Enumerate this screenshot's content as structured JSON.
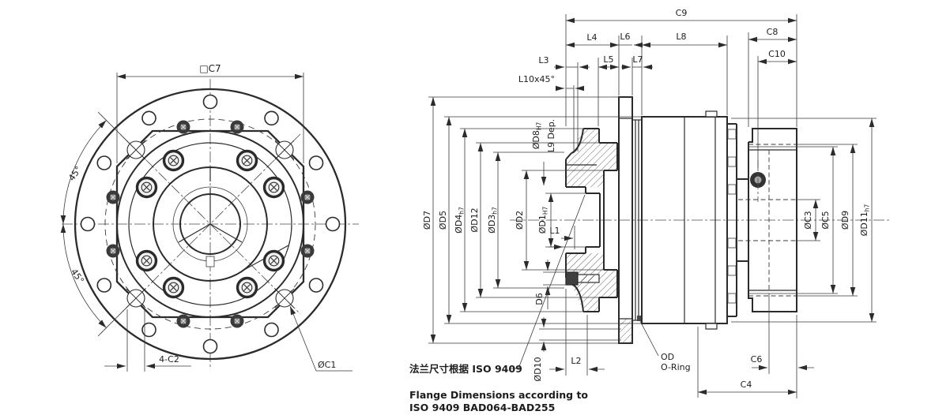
{
  "meta": {
    "background": "#ffffff",
    "line_color": "#2b2b2b",
    "text_color": "#1d1d1d"
  },
  "front_view": {
    "square_dim": "□C7",
    "angle_upper": "45°",
    "angle_lower": "45°",
    "corner_holes_dim": "4-C2",
    "outer_hole_dim": "ØC1"
  },
  "section_view": {
    "top_dims": {
      "c9": "C9",
      "l4": "L4",
      "l6": "L6",
      "l8": "L8",
      "c8": "C8",
      "l3": "L3",
      "l5": "L5",
      "l7": "L7",
      "c10": "C10",
      "l10": "L10x45°"
    },
    "left_dims": {
      "d7": {
        "main": "ØD7",
        "sub": ""
      },
      "d5": {
        "main": "ØD5",
        "sub": ""
      },
      "d4": {
        "main": "ØD4",
        "sub": "h7"
      },
      "d12": {
        "main": "ØD12",
        "sub": ""
      },
      "d3": {
        "main": "ØD3",
        "sub": "h7"
      },
      "d2": {
        "main": "ØD2",
        "sub": ""
      },
      "d1": {
        "main": "ØD1",
        "sub": "H7"
      },
      "d8": {
        "main": "ØD8",
        "sub": "H7"
      },
      "l9": "L9 Dep.",
      "l1": "L1",
      "d6": "D6",
      "d10": "ØD10",
      "l2": "L2"
    },
    "right_dims": {
      "c3": "ØC3",
      "c5": "ØC5",
      "d9": "ØD9",
      "d11": {
        "main": "ØD11",
        "sub": "h7"
      },
      "c6": "C6",
      "c4": "C4"
    },
    "oring_callout": {
      "line1": "OD",
      "line2": "O-Ring"
    }
  },
  "notes": {
    "flange_note_cn": "法兰尺寸根据 ISO 9409",
    "flange_note_en1": "Flange Dimensions according to",
    "flange_note_en2": "ISO 9409 BAD064-BAD255"
  }
}
